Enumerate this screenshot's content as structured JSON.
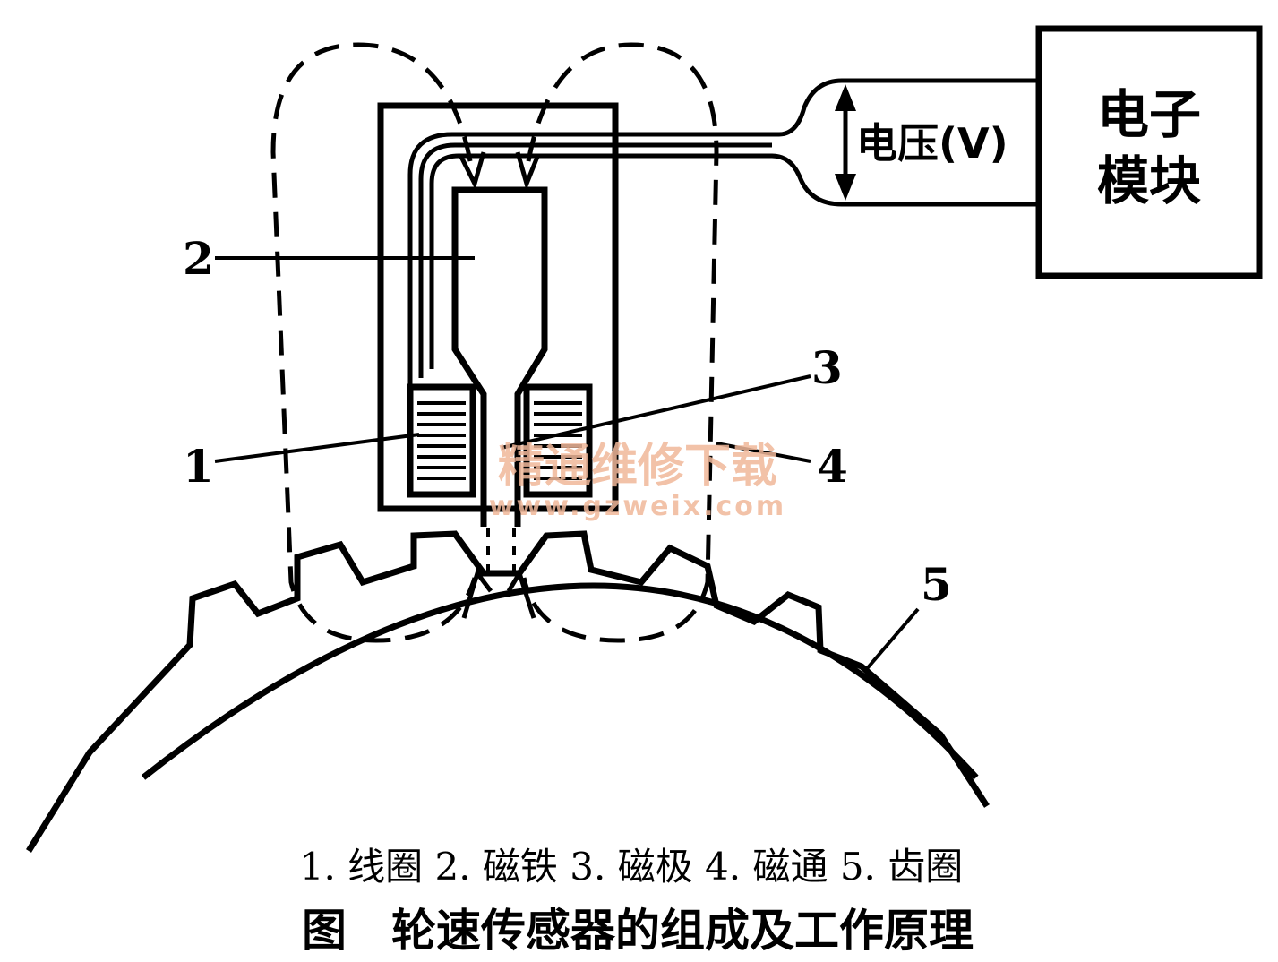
{
  "module": {
    "line1": "电子",
    "line2": "模块"
  },
  "voltage_label": "电压(V)",
  "callouts": {
    "c1": "1",
    "c2": "2",
    "c3": "3",
    "c4": "4",
    "c5": "5"
  },
  "legend": "1. 线圈 2. 磁铁 3. 磁极 4. 磁通 5. 齿圈",
  "caption": "图　轮速传感器的组成及工作原理",
  "watermark": {
    "cn": "精通维修下载",
    "url": "www.gzweix.com"
  }
}
